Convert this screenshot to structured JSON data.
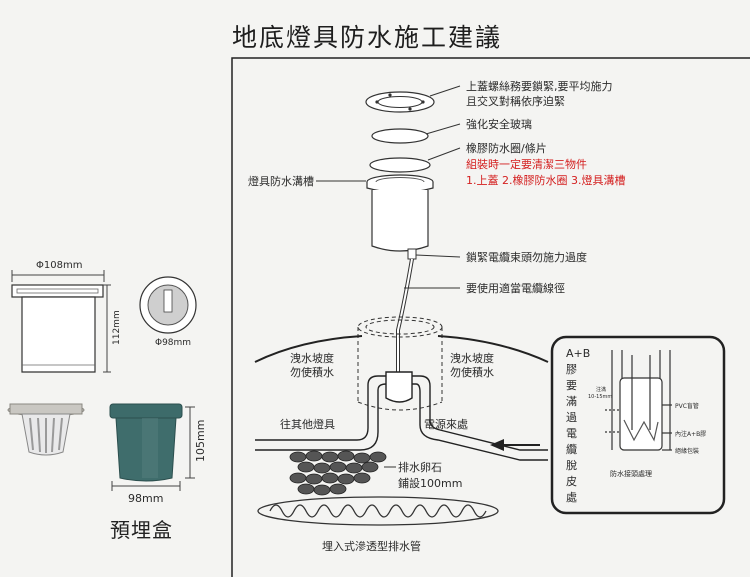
{
  "title": "地底燈具防水施工建議",
  "left": {
    "dim_top": "Φ108mm",
    "dim_height": "112mm",
    "dim_hole": "Φ98mm",
    "dim_box_height": "105mm",
    "dim_box_width": "98mm",
    "box_label": "預埋盒"
  },
  "callouts": {
    "c1a": "上蓋螺絲務要鎖緊,要平均施力",
    "c1b": "且交叉對稱依序迫緊",
    "c2": "強化安全玻璃",
    "c3": "橡膠防水圈/條片",
    "c4": "組裝時一定要清潔三物件",
    "c5": "1.上蓋  2.橡膠防水圈  3.燈具溝槽",
    "c6": "燈具防水溝槽",
    "c7": "鎖緊電纜束頭勿施力過度",
    "c8": "要使用適當電纜線徑"
  },
  "ground": {
    "slope_left_a": "洩水坡度",
    "slope_left_b": "勿使積水",
    "slope_right_a": "洩水坡度",
    "slope_right_b": "勿使積水",
    "other_fixture": "往其他燈具",
    "power_in": "電源來處",
    "gravel_a": "排水卵石",
    "gravel_b": "鋪設100mm",
    "drain": "埋入式滲透型排水管"
  },
  "inset": {
    "vertical": "A+B膠要滿過電纜脫皮處",
    "fill": "注滿",
    "fill_size": "10-15mm",
    "pvc": "PVC盲管",
    "inner": "內注A+B膠",
    "wrap": "絕緣包裝",
    "caption": "防水接頭處理"
  }
}
